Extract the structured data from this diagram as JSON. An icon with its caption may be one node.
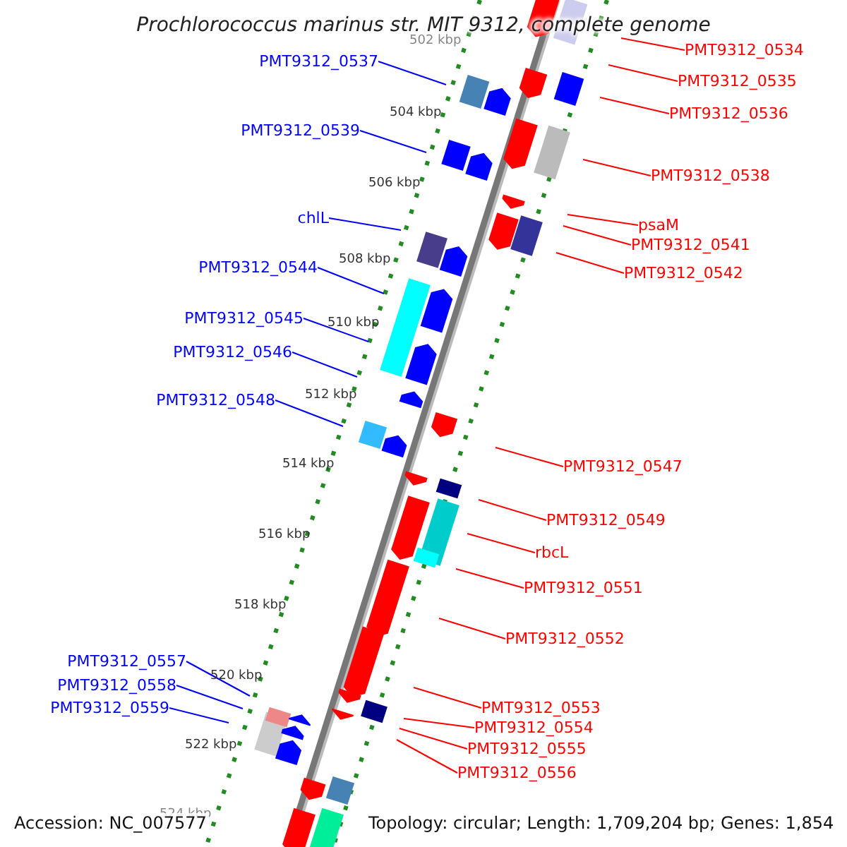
{
  "diagram": {
    "title": "Prochlorococcus marinus str. MIT 9312, complete genome",
    "nodes": [
      {
        "text": [
          "PMT9312_0534"
        ]
      },
      {
        "text": [
          "PMT9312_0537"
        ]
      },
      {
        "text": [
          "PMT9312_0535"
        ]
      },
      {
        "text": [
          "PMT9312_0536"
        ]
      },
      {
        "text": [
          "PMT9312_0539"
        ]
      },
      {
        "text": [
          "PMT9312_0538"
        ]
      },
      {
        "text": [
          "chlL"
        ]
      },
      {
        "text": [
          "psaM"
        ]
      },
      {
        "text": [
          "PMT9312_0541"
        ]
      },
      {
        "text": [
          "PMT9312_0544"
        ]
      },
      {
        "text": [
          "PMT9312_0542"
        ]
      },
      {
        "text": [
          "PMT9312_0545"
        ]
      },
      {
        "text": [
          "PMT9312_0546"
        ]
      },
      {
        "text": [
          "PMT9312_0548"
        ]
      },
      {
        "text": [
          "PMT9312_0547"
        ]
      },
      {
        "text": [
          "PMT9312_0549"
        ]
      },
      {
        "text": [
          "rbcL"
        ]
      },
      {
        "text": [
          "PMT9312_0551"
        ]
      },
      {
        "text": [
          "PMT9312_0552"
        ]
      },
      {
        "text": [
          "PMT9312_0557"
        ]
      },
      {
        "text": [
          "PMT9312_0558"
        ]
      },
      {
        "text": [
          "PMT9312_0559"
        ]
      },
      {
        "text": [
          "PMT9312_0553"
        ]
      },
      {
        "text": [
          "PMT9312_0554"
        ]
      },
      {
        "text": [
          "PMT9312_0555"
        ]
      },
      {
        "text": [
          "PMT9312_0556"
        ]
      }
    ],
    "edges": [
      {
        "from": 0,
        "to": null,
        "arrow": "none"
      },
      {
        "from": 1,
        "to": null,
        "arrow": "none",
        "color": "#0000ff"
      },
      {
        "from": 2,
        "to": null,
        "arrow": "none"
      },
      {
        "from": 3,
        "to": null,
        "arrow": "none"
      },
      {
        "from": 4,
        "to": null,
        "arrow": "none",
        "color": "#0000ff"
      },
      {
        "from": 5,
        "to": null,
        "arrow": "none"
      },
      {
        "from": 6,
        "to": null,
        "arrow": "none",
        "color": "#0000ff"
      },
      {
        "from": 7,
        "to": null,
        "arrow": "none"
      },
      {
        "from": 8,
        "to": null,
        "arrow": "none"
      },
      {
        "from": 9,
        "to": null,
        "arrow": "none",
        "color": "#0000ff"
      },
      {
        "from": 10,
        "to": null,
        "arrow": "none"
      },
      {
        "from": 11,
        "to": null,
        "arrow": "none",
        "color": "#0000ff"
      },
      {
        "from": 12,
        "to": null,
        "arrow": "none",
        "color": "#0000ff"
      },
      {
        "from": 13,
        "to": null,
        "arrow": "none",
        "color": "#0000ff"
      },
      {
        "from": 14,
        "to": null,
        "arrow": "none"
      },
      {
        "from": 15,
        "to": null,
        "arrow": "none"
      },
      {
        "from": 16,
        "to": null,
        "arrow": "none"
      },
      {
        "from": 17,
        "to": null,
        "arrow": "none"
      },
      {
        "from": 18,
        "to": null,
        "arrow": "none"
      },
      {
        "from": 19,
        "to": null,
        "arrow": "none",
        "color": "#0000ff"
      },
      {
        "from": 20,
        "to": null,
        "arrow": "none",
        "color": "#0000ff"
      },
      {
        "from": 21,
        "to": null,
        "arrow": "none",
        "color": "#0000ff"
      },
      {
        "from": 22,
        "to": null,
        "arrow": "none"
      },
      {
        "from": 23,
        "to": null,
        "arrow": "none"
      },
      {
        "from": 24,
        "to": null,
        "arrow": "none"
      },
      {
        "from": 25,
        "to": null,
        "arrow": "none"
      }
    ],
    "labels": [
      "502 kbp",
      "504 kbp",
      "506 kbp",
      "508 kbp",
      "510 kbp",
      "512 kbp",
      "514 kbp",
      "516 kbp",
      "518 kbp",
      "520 kbp",
      "522 kbp",
      "524 kbp",
      "Accession: NC_007577",
      "Topology: circular; Length: 1,709,204 bp; Genes: 1,854"
    ]
  }
}
